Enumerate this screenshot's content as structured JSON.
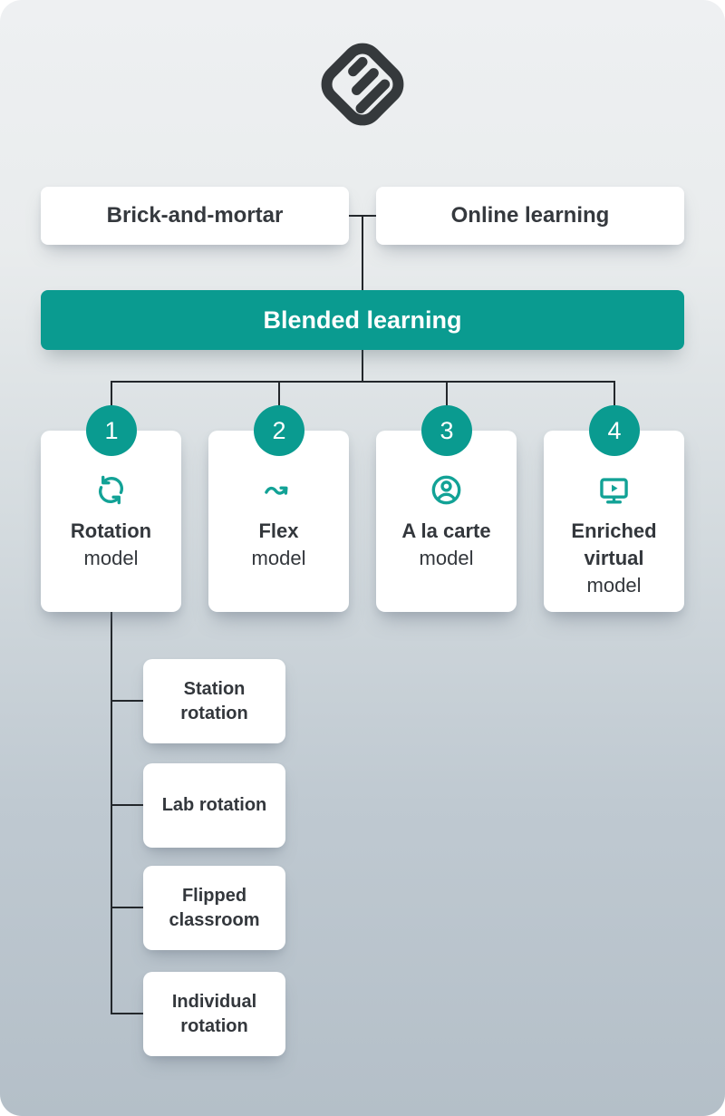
{
  "colors": {
    "accent_teal": "#0a9b90",
    "icon_teal": "#12a296",
    "card_bg": "#ffffff",
    "text_dark": "#33373c",
    "connector_line": "#23272b",
    "bg_gradient_top": "#eef0f2",
    "bg_gradient_bottom": "#b4bfc8",
    "logo_dark": "#35393c"
  },
  "logo": {
    "icon": "brand-logo-diamond"
  },
  "root_nodes": {
    "left": "Brick-and-mortar",
    "right": "Online learning"
  },
  "banner": {
    "label": "Blended learning"
  },
  "models": [
    {
      "number": "1",
      "icon": "sync-rotation-arrows-icon",
      "name": "Rotation",
      "suffix": "model"
    },
    {
      "number": "2",
      "icon": "wavy-arrow-icon",
      "name": "Flex",
      "suffix": "model"
    },
    {
      "number": "3",
      "icon": "user-circle-icon",
      "name": "A la carte",
      "suffix": "model"
    },
    {
      "number": "4",
      "icon": "monitor-play-icon",
      "name": "Enriched virtual",
      "suffix": "model"
    }
  ],
  "rotation_submodels": [
    {
      "label": "Station rotation"
    },
    {
      "label": "Lab rotation"
    },
    {
      "label": "Flipped classroom"
    },
    {
      "label": "Individual rotation"
    }
  ]
}
